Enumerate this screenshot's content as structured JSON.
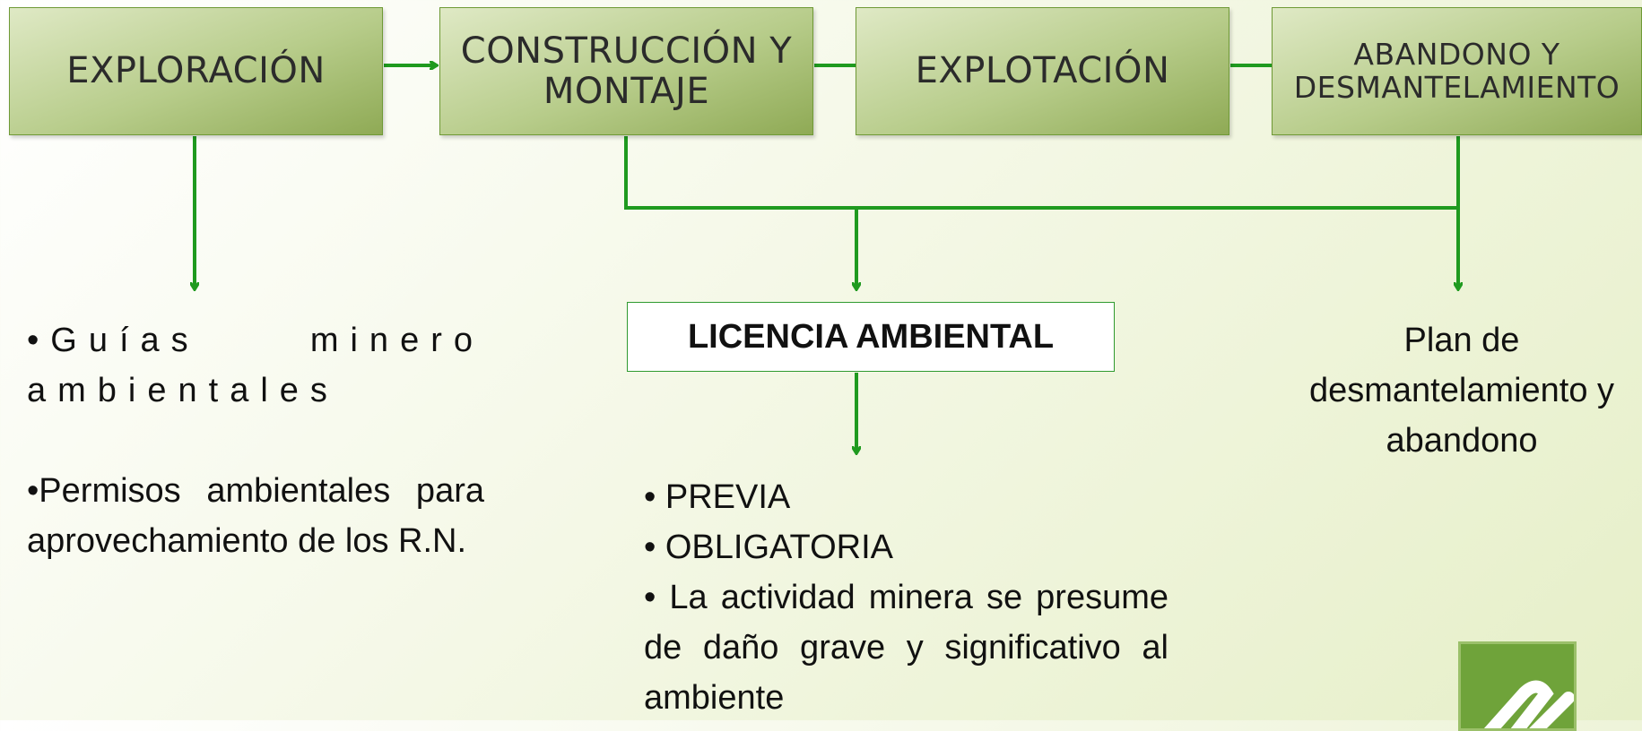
{
  "stages": [
    {
      "label": "EXPLORACIÓN"
    },
    {
      "label": "CONSTRUCCIÓN Y MONTAJE"
    },
    {
      "label": "EXPLOTACIÓN"
    },
    {
      "label": "ABANDONO Y DESMANTELAMIENTO"
    }
  ],
  "licencia": {
    "title": "LICENCIA AMBIENTAL"
  },
  "left_items": [
    "•Guías minero ambientales",
    "•Permisos ambientales para aprovechamiento de los R.N."
  ],
  "mid_items": [
    "• PREVIA",
    "• OBLIGATORIA",
    "•  La actividad minera se presume de daño grave y significativo al ambiente"
  ],
  "right_text": "Plan de desmantelamiento y abandono",
  "colors": {
    "arrow": "#1f9a1f",
    "box_border": "#6f9a36"
  }
}
